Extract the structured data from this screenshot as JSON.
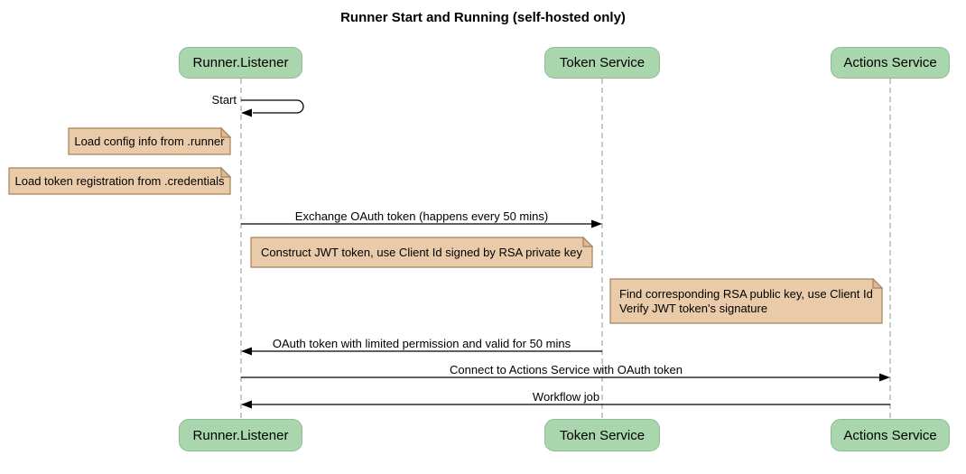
{
  "title": "Runner Start and Running (self-hosted only)",
  "participants": [
    {
      "id": "runner-listener",
      "label": "Runner.Listener"
    },
    {
      "id": "token-service",
      "label": "Token Service"
    },
    {
      "id": "actions-service",
      "label": "Actions Service"
    }
  ],
  "messages": [
    {
      "id": "start",
      "label": "Start",
      "from": "Runner.Listener",
      "to": "Runner.Listener",
      "type": "self"
    },
    {
      "id": "exchange-oauth",
      "label": "Exchange OAuth token (happens every 50 mins)",
      "from": "Runner.Listener",
      "to": "Token Service",
      "type": "solid"
    },
    {
      "id": "oauth-return",
      "label": "OAuth token with limited permission and valid for 50 mins",
      "from": "Token Service",
      "to": "Runner.Listener",
      "type": "solid"
    },
    {
      "id": "connect",
      "label": "Connect to Actions Service with OAuth token",
      "from": "Runner.Listener",
      "to": "Actions Service",
      "type": "solid"
    },
    {
      "id": "workflow-job",
      "label": "Workflow job",
      "from": "Actions Service",
      "to": "Runner.Listener",
      "type": "solid"
    }
  ],
  "notes": [
    {
      "id": "load-config",
      "text": "Load config info from .runner"
    },
    {
      "id": "load-credentials",
      "text": "Load token registration from .credentials"
    },
    {
      "id": "construct-jwt",
      "text": "Construct JWT token, use Client Id signed by RSA private key"
    },
    {
      "id": "verify-jwt",
      "lines": [
        "Find corresponding RSA public key, use Client Id",
        "Verify JWT token's signature"
      ]
    }
  ],
  "colors": {
    "background": "#FFFFFF",
    "participant_fill": "#A9D6AD",
    "participant_border": "#8FBA96",
    "note_fill": "#EACBA9",
    "note_fold": "#DEBB94",
    "note_border": "#A5825C",
    "lifeline": "#ABABAB",
    "arrow": "#000000",
    "text": "#000000"
  }
}
